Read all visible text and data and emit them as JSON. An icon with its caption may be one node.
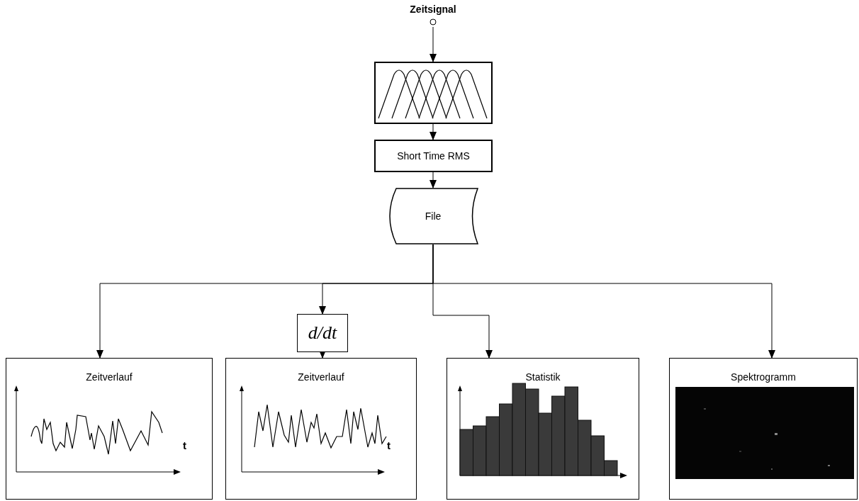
{
  "diagram": {
    "nodes": [
      {
        "text": [
          "Zeitsignal"
        ]
      },
      {
        "text": [],
        "shape": "box"
      },
      {
        "text": [
          "Short Time RMS"
        ]
      },
      {
        "text": [
          "File"
        ]
      },
      {
        "text": [
          "d/dt"
        ]
      },
      {
        "text": [
          "Zeitverlauf",
          "t"
        ]
      },
      {
        "text": [
          "Zeitverlauf",
          "t"
        ]
      },
      {
        "text": [
          "Statistik"
        ]
      },
      {
        "text": [
          "Spektrogramm"
        ]
      }
    ],
    "edges": [
      {
        "from": 0,
        "to": 1,
        "arrow": "to"
      },
      {
        "from": 1,
        "to": 2,
        "arrow": "to"
      },
      {
        "from": 2,
        "to": 3,
        "arrow": "to"
      },
      {
        "from": 3,
        "to": 5,
        "arrow": "to"
      },
      {
        "from": 3,
        "to": 4,
        "arrow": "to"
      },
      {
        "from": 4,
        "to": 6,
        "arrow": "to"
      },
      {
        "from": 3,
        "to": 7,
        "arrow": "to"
      },
      {
        "from": 3,
        "to": 8,
        "arrow": "to"
      }
    ]
  }
}
